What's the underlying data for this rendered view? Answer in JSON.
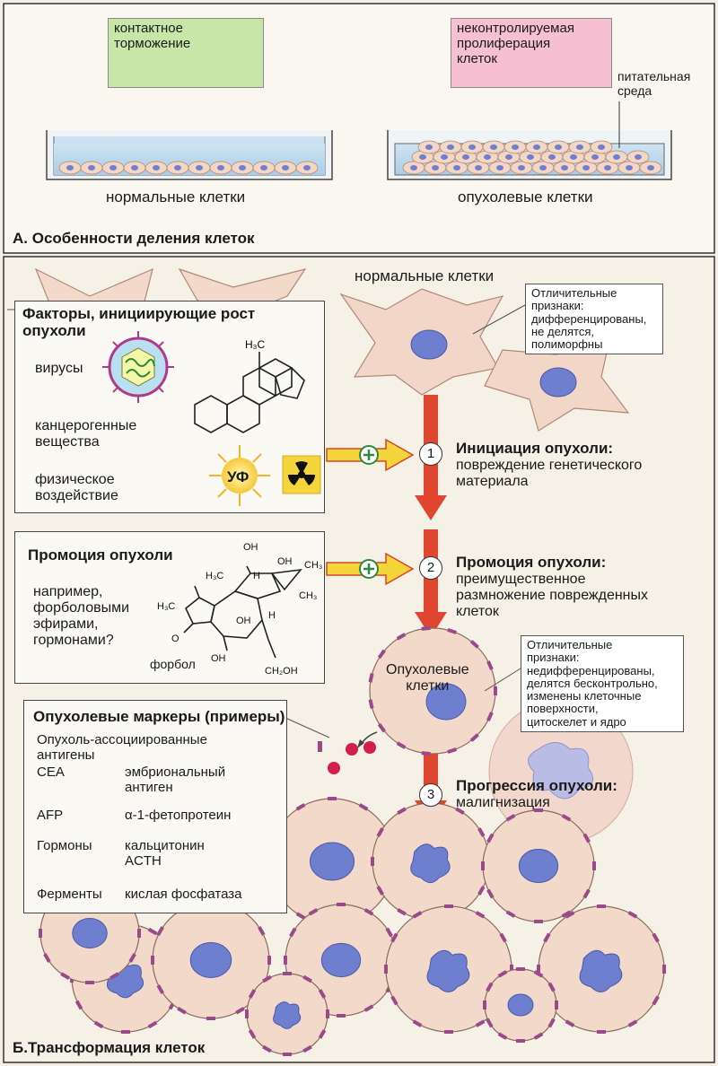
{
  "sectionA": {
    "label_contact": "контактное\nторможение",
    "label_prolif": "неконтролируемая\nпролиферация\nклеток",
    "medium": "питательная\nсреда",
    "normal_cells": "нормальные клетки",
    "tumor_cells": "опухолевые клетки",
    "caption": "А. Особенности деления клеток",
    "colors": {
      "green_sticky": "#c8e6a8",
      "pink_sticky": "#f7bfd2"
    }
  },
  "sectionB": {
    "normal_cells_label": "нормальные клетки",
    "normal_features": "Отличительные\nпризнаки:\nдифференцированы,\nне делятся,\nполиморфны",
    "factors": {
      "title": "Факторы, инициирующие рост\nопухоли",
      "viruses": "вирусы",
      "carcinogens": "канцерогенные\nвещества",
      "physical": "физическое\nвоздействие",
      "uv": "УФ",
      "methyl": "H₃C"
    },
    "promotion": {
      "title": "Промоция опухоли",
      "example": "например,\nфорболовыми\nэфирами,\nгормонами?",
      "phorbol": "форбол",
      "atoms": [
        "OH",
        "OH",
        "H₃C",
        "H",
        "CH₃",
        "CH₃",
        "H₃C",
        "OH",
        "H",
        "O",
        "OH",
        "CH₂OH"
      ]
    },
    "steps": [
      {
        "num": "1",
        "title": "Инициация опухоли:",
        "text": "повреждение генетического\nматериала"
      },
      {
        "num": "2",
        "title": "Промоция опухоли:",
        "text": "преимущественное\nразмножение поврежденных\nклеток"
      },
      {
        "num": "3",
        "title": "Прогрессия опухоли:",
        "text": "малигнизация"
      }
    ],
    "tumor_cells_label": "Опухолевые\nклетки",
    "tumor_features": "Отличительные\nпризнаки:\nнедифференцированы,\nделятся бесконтрольно,\nизменены клеточные\nповерхности,\nцитоскелет и ядро",
    "markers": {
      "title": "Опухолевые маркеры (примеры)",
      "assoc": "Опухоль-ассоциированные\nантигены",
      "rows": [
        {
          "name": "CEA",
          "value": "эмбриональный\nантиген"
        },
        {
          "name": "AFP",
          "value": "α-1-фетопротеин"
        },
        {
          "name": "Гормоны",
          "value": "кальцитонин\nACTH"
        },
        {
          "name": "Ферменты",
          "value": "кислая фосфатаза"
        }
      ]
    },
    "caption": "Б.Трансформация клеток",
    "colors": {
      "arrow_red": "#e0452f",
      "arrow_yellow": "#f5d63a",
      "plus_green": "#2e8b3a",
      "nucleus": "#6f7fd0",
      "cell_fill": "#f3d9c9"
    }
  }
}
